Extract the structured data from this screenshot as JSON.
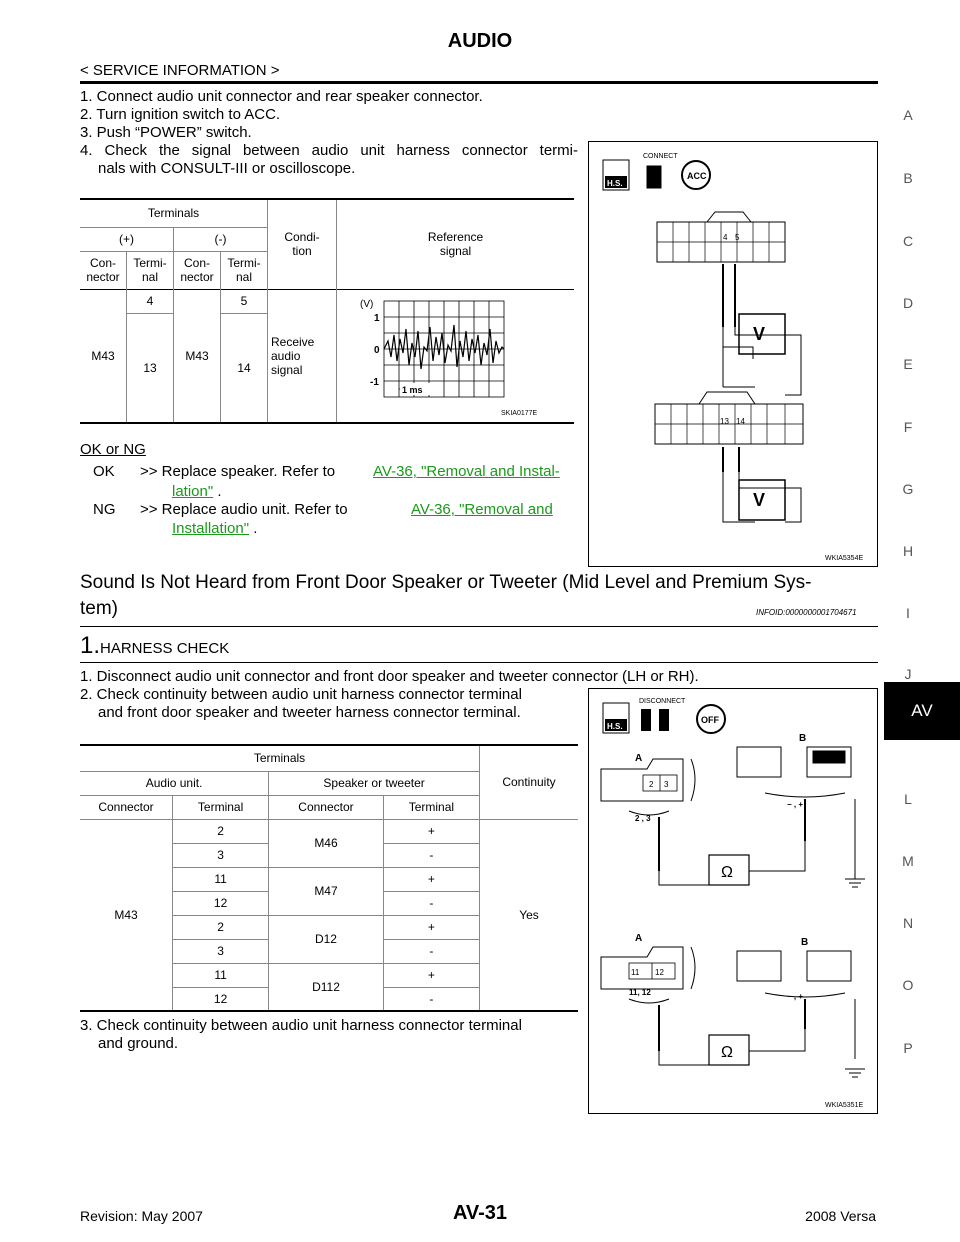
{
  "header": {
    "title": "AUDIO",
    "section": "< SERVICE INFORMATION >"
  },
  "side_index": [
    "A",
    "B",
    "C",
    "D",
    "E",
    "F",
    "G",
    "H",
    "I",
    "J",
    "AV",
    "L",
    "M",
    "N",
    "O",
    "P"
  ],
  "active_index": "AV",
  "block1": {
    "steps": [
      "1. Connect audio unit connector and rear speaker connector.",
      "2. Turn ignition switch to ACC.",
      "3. Push “POWER” switch.",
      "4. Check the signal between audio unit harness connector termi-",
      "nals with CONSULT-III or oscilloscope."
    ],
    "table": {
      "h_terminals": "Terminals",
      "h_plus": "(+)",
      "h_minus": "(-)",
      "h_connector": "Con-\nnector",
      "h_terminal": "Termi-\nnal",
      "h_condition": "Condi-\ntion",
      "h_reference": "Reference\nsignal",
      "connector_plus": "M43",
      "term_plus": [
        "4",
        "13"
      ],
      "connector_minus": "M43",
      "term_minus": [
        "5",
        "14"
      ],
      "condition": "Receive\naudio\nsignal",
      "wave_v": "(V)",
      "wave_ticks": [
        "1",
        "0",
        "-1"
      ],
      "wave_time": "1 ms",
      "wave_code": "SKIA0177E"
    },
    "result_heading": "OK or NG",
    "ok_label": "OK",
    "ok_text": ">> Replace speaker. Refer to",
    "ok_link_1": "AV-36, \"Removal and Instal-",
    "ok_link_2": "lation\"",
    "ng_label": "NG",
    "ng_text": ">> Replace audio unit. Refer to",
    "ng_link_1": "AV-36, \"Removal and",
    "ng_link_2": "Installation\"",
    "period": " .",
    "figure": {
      "connect": "CONNECT",
      "acc": "ACC",
      "hs": "H.S.",
      "pins_a": [
        "4",
        "5"
      ],
      "pins_b": [
        "13",
        "14"
      ],
      "meter": "V",
      "code": "WKIA5354E"
    }
  },
  "section2": {
    "title_line1": "Sound Is Not Heard from Front Door Speaker or Tweeter (Mid Level and Premium Sys-",
    "title_line2": "tem)",
    "infoid": "INFOID:0000000001704671",
    "step_num": "1.",
    "step_title": "HARNESS CHECK",
    "steps": [
      "1. Disconnect audio unit connector and front door speaker and tweeter connector (LH or RH).",
      "2. Check continuity between audio unit harness connector terminal",
      "and front door speaker and tweeter harness connector terminal."
    ],
    "table": {
      "h_terminals": "Terminals",
      "h_continuity": "Continuity",
      "h_audio": "Audio unit.",
      "h_speaker": "Speaker or tweeter",
      "h_connector": "Connector",
      "h_terminal": "Terminal",
      "audio_connector": "M43",
      "continuity": "Yes",
      "rows": [
        {
          "t": "2",
          "c": "M46",
          "p": "+"
        },
        {
          "t": "3",
          "c": "",
          "p": "-"
        },
        {
          "t": "11",
          "c": "M47",
          "p": "+"
        },
        {
          "t": "12",
          "c": "",
          "p": "-"
        },
        {
          "t": "2",
          "c": "D12",
          "p": "+"
        },
        {
          "t": "3",
          "c": "",
          "p": "-"
        },
        {
          "t": "11",
          "c": "D112",
          "p": "+"
        },
        {
          "t": "12",
          "c": "",
          "p": "-"
        }
      ]
    },
    "step3_1": "3. Check continuity between audio unit harness connector terminal",
    "step3_2": "and ground.",
    "figure": {
      "disconnect": "DISCONNECT",
      "off": "OFF",
      "hs": "H.S.",
      "a": "A",
      "b": "B",
      "pins_a1": [
        "2",
        "3"
      ],
      "lbl_a1": "2 , 3",
      "pins_a2": [
        "11",
        "12"
      ],
      "lbl_a2": "11, 12",
      "lbl_b": "−  , +",
      "meter": "Ω",
      "code": "WKIA5351E"
    }
  },
  "footer": {
    "revision": "Revision: May 2007",
    "page": "AV-31",
    "model": "2008 Versa"
  }
}
